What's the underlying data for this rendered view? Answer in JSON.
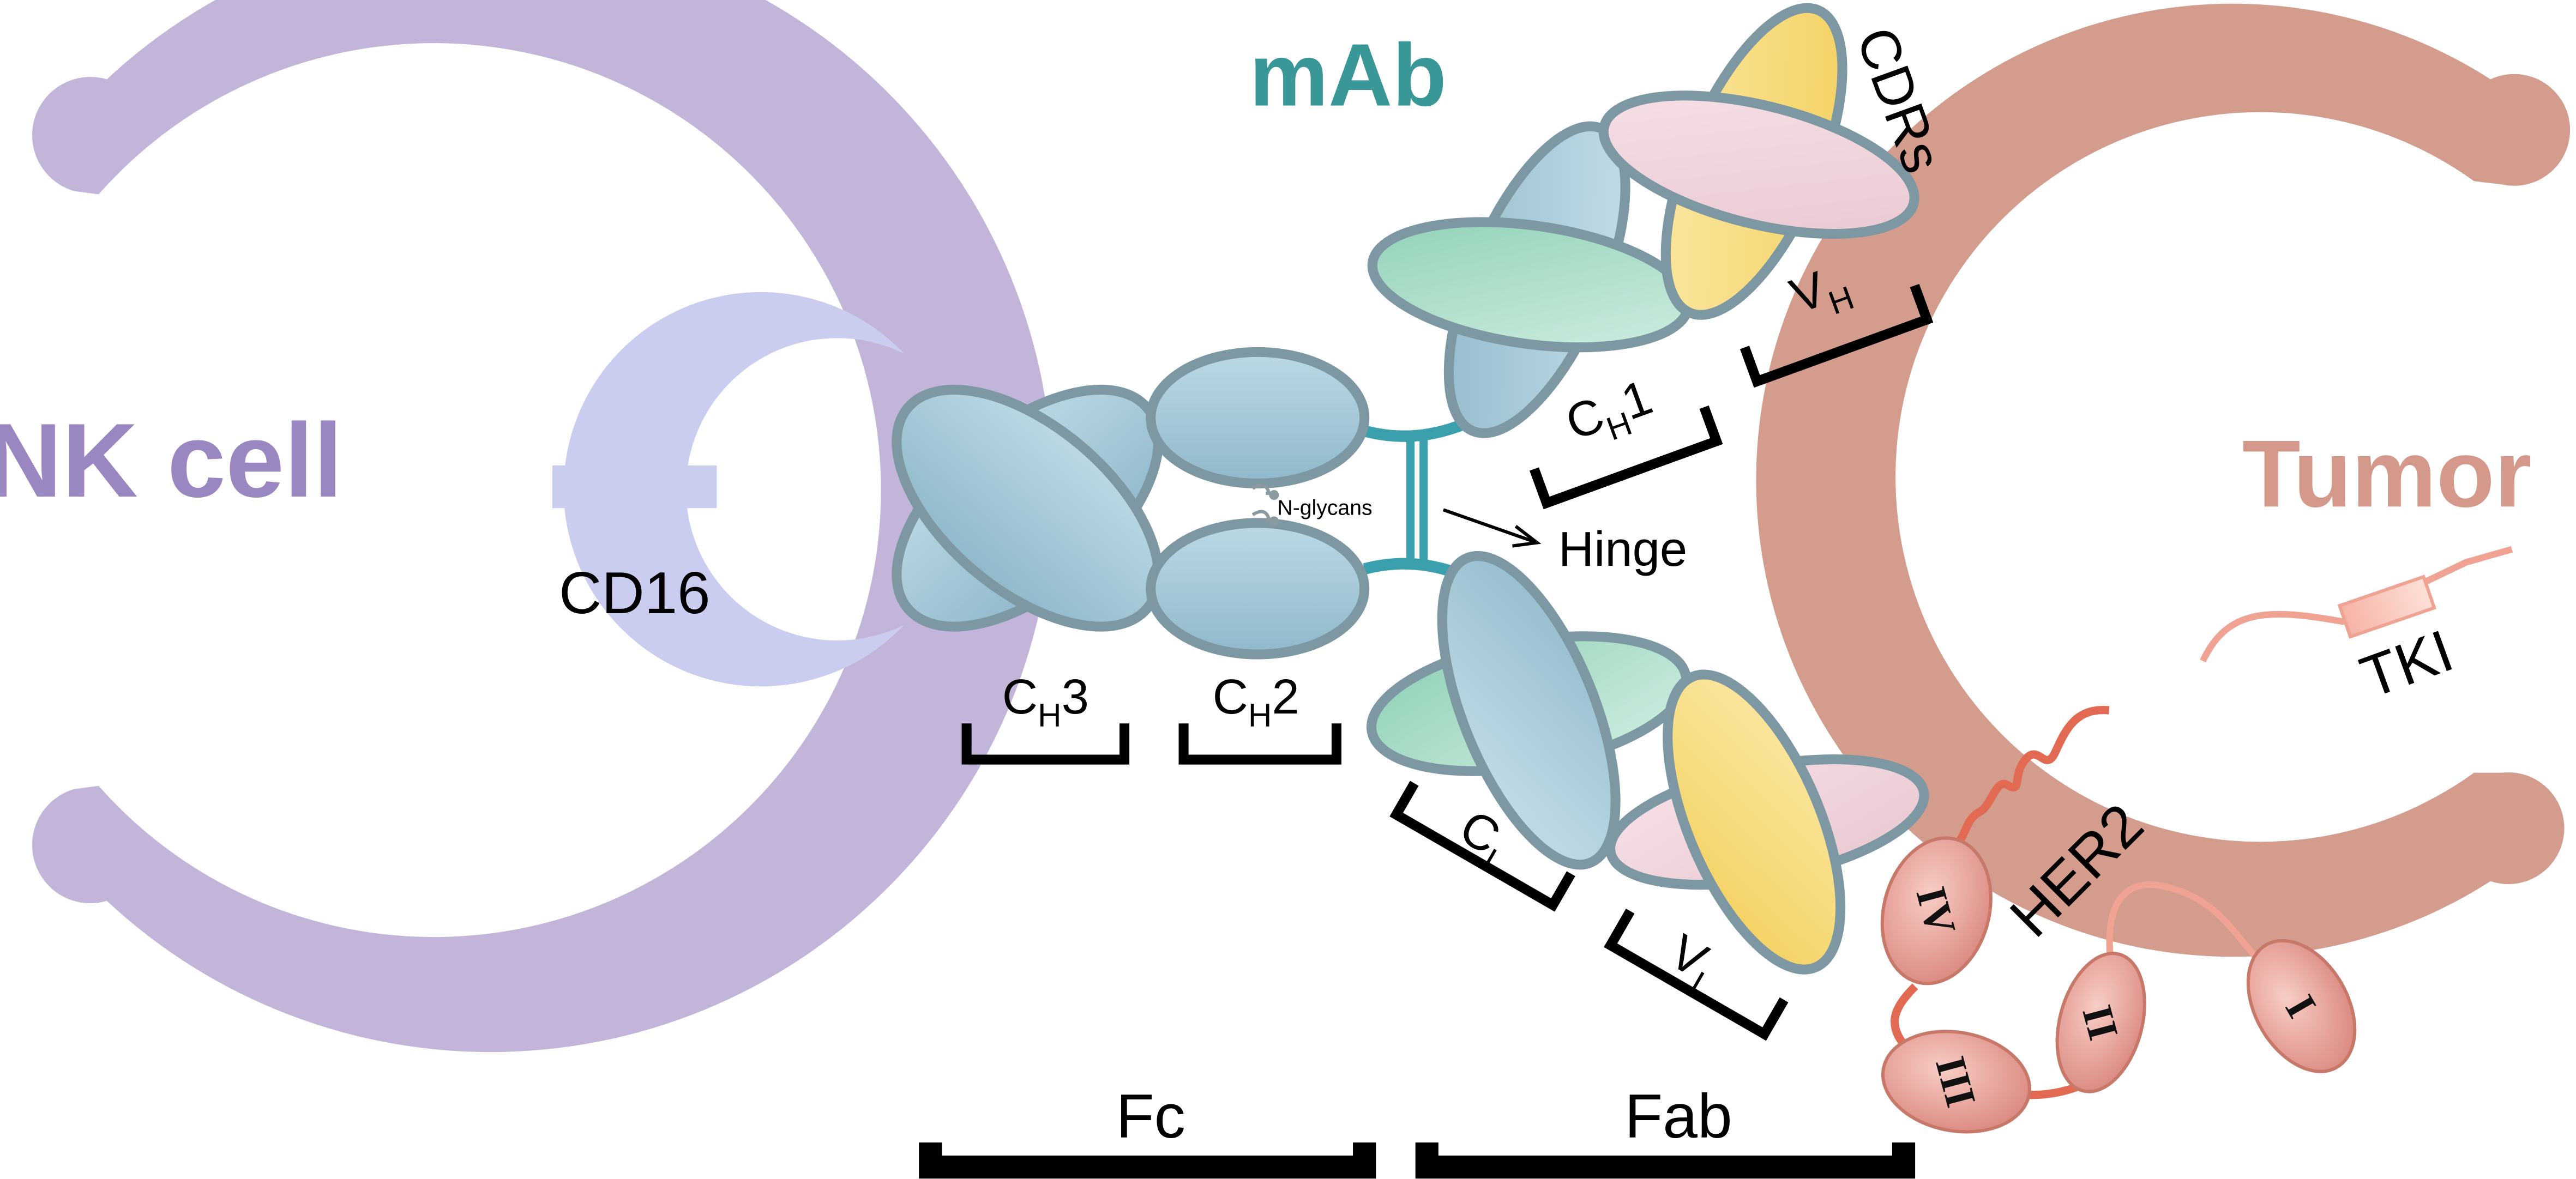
{
  "labels": {
    "nk_cell": "NK cell",
    "tumor": "Tumor",
    "mab": "mAb",
    "cd16": "CD16",
    "cdrs": "CDRs",
    "hinge": "Hinge",
    "n_glycans": "N-glycans",
    "tki": "TKI",
    "her2": "HER2",
    "fc": "Fc",
    "fab": "Fab",
    "ch3": {
      "main": "C",
      "sub": "H",
      "suffix": "3"
    },
    "ch2": {
      "main": "C",
      "sub": "H",
      "suffix": "2"
    },
    "ch1": {
      "main": "C",
      "sub": "H",
      "suffix": "1"
    },
    "vh": {
      "main": "V",
      "sub": "H"
    },
    "cl": {
      "main": "C",
      "sub": "L"
    },
    "vl": {
      "main": "V",
      "sub": "L"
    }
  },
  "her2_domains": [
    "IV",
    "III",
    "II",
    "I"
  ],
  "colors": {
    "nk": "#c3b5da",
    "nk_text": "#9a87c2",
    "cd16": "#cbcdf0",
    "tumor": "#d49c8d",
    "tumor_text": "#d4998a",
    "mab_text": "#3a9797",
    "fc_domain": "#9fc6d6",
    "ch1_domain": "#a7cfdd",
    "green_domain": "#a5dcc6",
    "pink_domain": "#f1d7dd",
    "yellow_domain": "#f8de80",
    "hinge": "#3aa0ad",
    "her2_domain": "#e39a92",
    "her2_linker": "#e26a52"
  }
}
